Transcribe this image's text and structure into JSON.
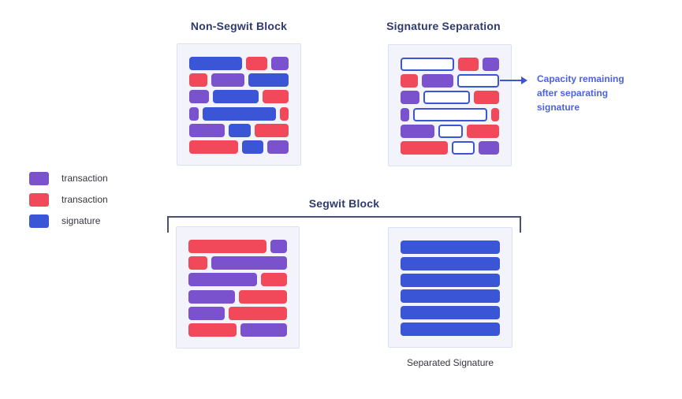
{
  "colors": {
    "bg": "#FFFFFF",
    "blue": "#3A55D6",
    "red": "#F2495A",
    "purple": "#7B52CE",
    "box_bg": "#F3F4FB",
    "box_border": "#DCE0F4",
    "title": "#2E3A6E",
    "label": "#35353F",
    "annotation": "#4C63DB",
    "arrow": "#3D55D0",
    "bracket": "#4A5170"
  },
  "legend": {
    "items": [
      {
        "swatch": "purple",
        "label": "transaction"
      },
      {
        "swatch": "red",
        "label": "transaction"
      },
      {
        "swatch": "blue",
        "label": "signature"
      }
    ]
  },
  "diagrams": {
    "non_segwit": {
      "title": "Non-Segwit Block",
      "rows": [
        [
          [
            "blue",
            67
          ],
          [
            "red",
            27
          ],
          [
            "purple",
            22
          ]
        ],
        [
          [
            "red",
            24
          ],
          [
            "purple",
            43
          ],
          [
            "blue",
            53
          ]
        ],
        [
          [
            "purple",
            26
          ],
          [
            "blue",
            59
          ],
          [
            "red",
            34
          ]
        ],
        [
          [
            "purple",
            12
          ],
          [
            "blue",
            95
          ],
          [
            "red",
            11
          ]
        ],
        [
          [
            "purple",
            46
          ],
          [
            "blue",
            28
          ],
          [
            "red",
            44
          ]
        ],
        [
          [
            "red",
            64
          ],
          [
            "blue",
            27
          ],
          [
            "purple",
            28
          ]
        ]
      ]
    },
    "signature_separation": {
      "title": "Signature Separation",
      "annotation": "Capacity remaining after separating signature",
      "rows": [
        [
          [
            "empty",
            67
          ],
          [
            "red",
            27
          ],
          [
            "purple",
            22
          ]
        ],
        [
          [
            "red",
            24
          ],
          [
            "purple",
            43
          ],
          [
            "empty",
            53
          ]
        ],
        [
          [
            "purple",
            26
          ],
          [
            "empty",
            59
          ],
          [
            "red",
            34
          ]
        ],
        [
          [
            "purple",
            12
          ],
          [
            "empty",
            95
          ],
          [
            "red",
            11
          ]
        ],
        [
          [
            "purple",
            46
          ],
          [
            "empty",
            28
          ],
          [
            "red",
            44
          ]
        ],
        [
          [
            "red",
            64
          ],
          [
            "empty",
            27
          ],
          [
            "purple",
            28
          ]
        ]
      ]
    },
    "segwit": {
      "title": "Segwit Block",
      "left_rows": [
        [
          [
            "red",
            103
          ],
          [
            "purple",
            22
          ]
        ],
        [
          [
            "red",
            25
          ],
          [
            "purple",
            98
          ]
        ],
        [
          [
            "purple",
            88
          ],
          [
            "red",
            33
          ]
        ],
        [
          [
            "purple",
            60
          ],
          [
            "red",
            63
          ]
        ],
        [
          [
            "purple",
            48
          ],
          [
            "red",
            77
          ]
        ],
        [
          [
            "red",
            63
          ],
          [
            "purple",
            60
          ]
        ]
      ],
      "right_rows": [
        [
          [
            "blue",
            1
          ]
        ],
        [
          [
            "blue",
            1
          ]
        ],
        [
          [
            "blue",
            1
          ]
        ],
        [
          [
            "blue",
            1
          ]
        ],
        [
          [
            "blue",
            1
          ]
        ],
        [
          [
            "blue",
            1
          ]
        ]
      ],
      "right_label": "Separated Signature"
    }
  }
}
